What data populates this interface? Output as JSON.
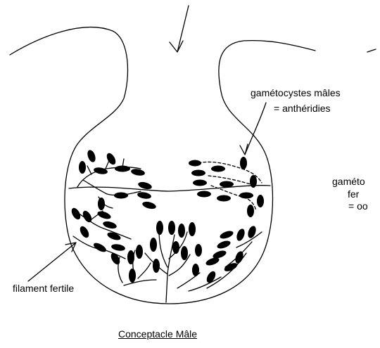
{
  "labels": {
    "antheridia_line1": "gamétocystes mâles",
    "antheridia_line2": "= anthéridies",
    "oogonia_line1": "gaméto",
    "oogonia_line2": "fer",
    "oogonia_line3": "= oo",
    "filament": "filament fertile",
    "title": "Conceptacle Mâle"
  }
}
